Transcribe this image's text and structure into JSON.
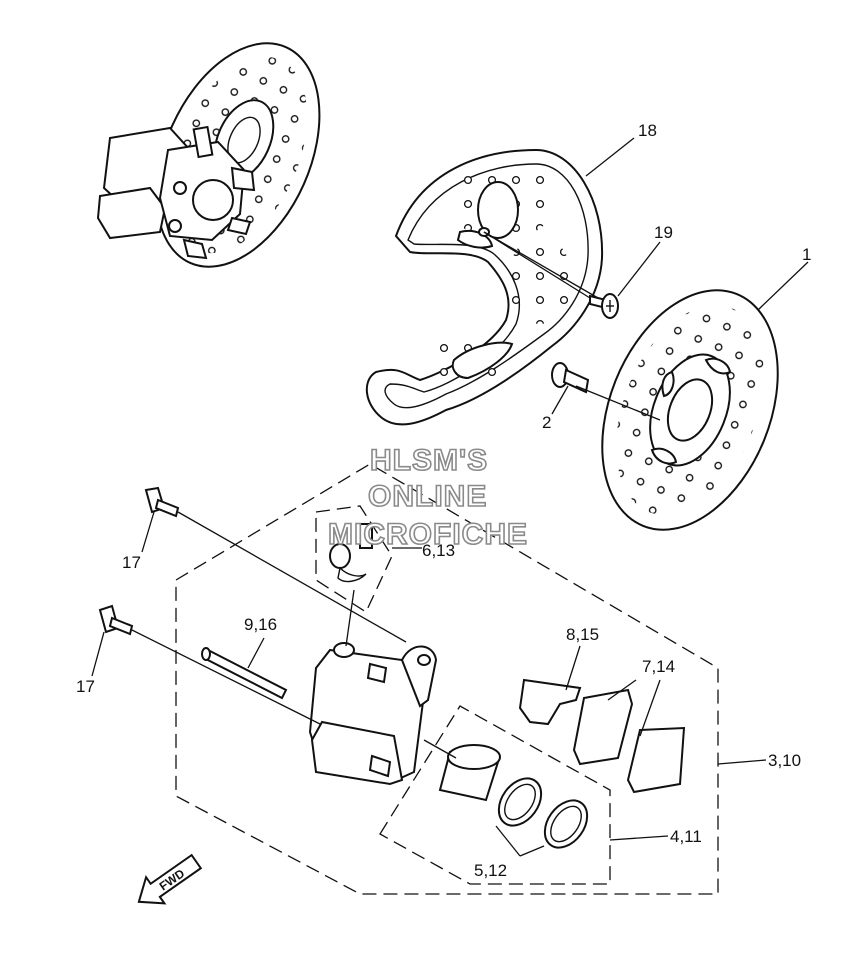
{
  "watermark": {
    "line1": "HLSM'S",
    "line2": "ONLINE",
    "line3": "MICROFICHE"
  },
  "callouts": {
    "p1": "1",
    "p2": "2",
    "p3_10": "3,10",
    "p4_11": "4,11",
    "p5_12": "5,12",
    "p6_13": "6,13",
    "p7_14": "7,14",
    "p8_15": "8,15",
    "p9_16": "9,16",
    "p17a": "17",
    "p17b": "17",
    "p18": "18",
    "p19": "19"
  },
  "direction_arrow": {
    "label": "FWD"
  }
}
